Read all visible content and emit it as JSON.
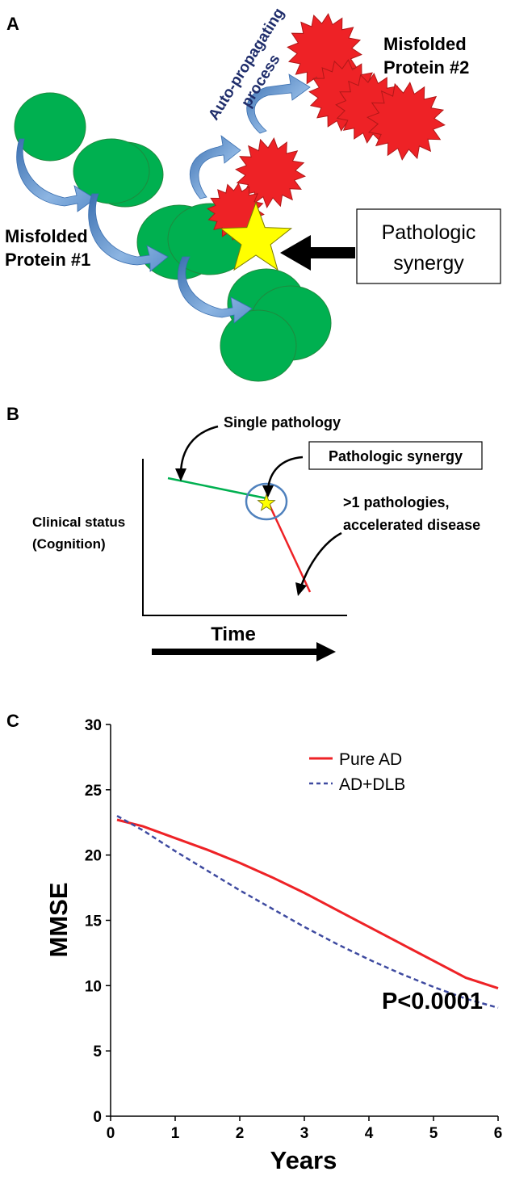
{
  "panel_a": {
    "label": "A",
    "protein1_line1": "Misfolded",
    "protein1_line2": "Protein #1",
    "protein2_line1": "Misfolded",
    "protein2_line2": "Protein #2",
    "auto_line1": "Auto-propagating",
    "auto_line2": "process",
    "synergy_line1": "Pathologic",
    "synergy_line2": "synergy"
  },
  "panel_b": {
    "label": "B",
    "single_pathology": "Single pathology",
    "pathologic_synergy": "Pathologic synergy",
    "multi_line1": ">1 pathologies,",
    "multi_line2": "accelerated disease",
    "ylabel_line1": "Clinical status",
    "ylabel_line2": "(Cognition)",
    "xlabel": "Time"
  },
  "panel_c": {
    "label": "C",
    "pvalue": "P<0.0001"
  },
  "colors": {
    "green": "#00b050",
    "red": "#ee2226",
    "arrow_blue": "#5b8fcb",
    "dlb_blue": "#3e4aa0",
    "yellow": "#ffff00",
    "circle_blue": "#4f81bd"
  },
  "chart_data": {
    "type": "line",
    "title": "",
    "xlabel": "Years",
    "ylabel": "MMSE",
    "xlim": [
      0,
      6
    ],
    "ylim": [
      0,
      30
    ],
    "xticks": [
      0,
      1,
      2,
      3,
      4,
      5,
      6
    ],
    "yticks": [
      0,
      5,
      10,
      15,
      20,
      25,
      30
    ],
    "legend_position": "top-right",
    "series": [
      {
        "name": "Pure AD",
        "style": "solid",
        "color": "#ee2226",
        "x": [
          0.1,
          0.5,
          1,
          1.5,
          2,
          2.5,
          3,
          3.5,
          4,
          4.5,
          5,
          5.5,
          6
        ],
        "y": [
          22.7,
          22.2,
          21.3,
          20.4,
          19.4,
          18.3,
          17.1,
          15.8,
          14.5,
          13.2,
          11.9,
          10.6,
          9.8
        ]
      },
      {
        "name": "AD+DLB",
        "style": "dashed",
        "color": "#3e4aa0",
        "x": [
          0.1,
          0.5,
          1,
          1.5,
          2,
          2.5,
          3,
          3.5,
          4,
          4.5,
          5,
          5.5,
          6
        ],
        "y": [
          23.0,
          21.9,
          20.3,
          18.8,
          17.3,
          15.9,
          14.5,
          13.2,
          12.0,
          10.9,
          9.9,
          9.0,
          8.3
        ]
      }
    ]
  }
}
